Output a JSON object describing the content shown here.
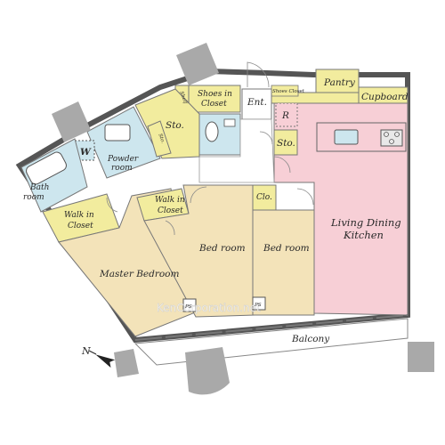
{
  "rooms": {
    "pantry": "Pantry",
    "cupboard": "Cupboard",
    "shoes_closet_top": "Shoes Closet",
    "refrigerator": "R",
    "entrance": "Ent.",
    "shoes_in_closet_line1": "Shoes in",
    "shoes_in_closet_line2": "Closet",
    "shelf": "Shelf",
    "storage_left": "Sto.",
    "storage_hall": "Sto.",
    "storage_small": "Sto.",
    "washer": "W",
    "powder_room_line1": "Powder",
    "powder_room_line2": "room",
    "bathroom_line1": "Bath",
    "bathroom_line2": "room",
    "walkin_master_line1": "Walk in",
    "walkin_master_line2": "Closet",
    "walkin_bed_line1": "Walk in",
    "walkin_bed_line2": "Closet",
    "closet": "Clo.",
    "master_bedroom": "Master Bedroom",
    "bedroom_1": "Bed room",
    "bedroom_2": "Bed room",
    "ldk_line1": "Living Dining",
    "ldk_line2": "Kitchen",
    "ps_1": "PS",
    "ps_2": "PS",
    "balcony": "Balcony"
  },
  "compass_label": "N",
  "watermark": "KenCorporation.net",
  "colors": {
    "ldk": "#f7cfd6",
    "bedroom": "#f3e3b9",
    "wet_area": "#cde6ee",
    "storage": "#f2ec9e",
    "wall": "#a9a9a9",
    "outline": "#555555"
  }
}
